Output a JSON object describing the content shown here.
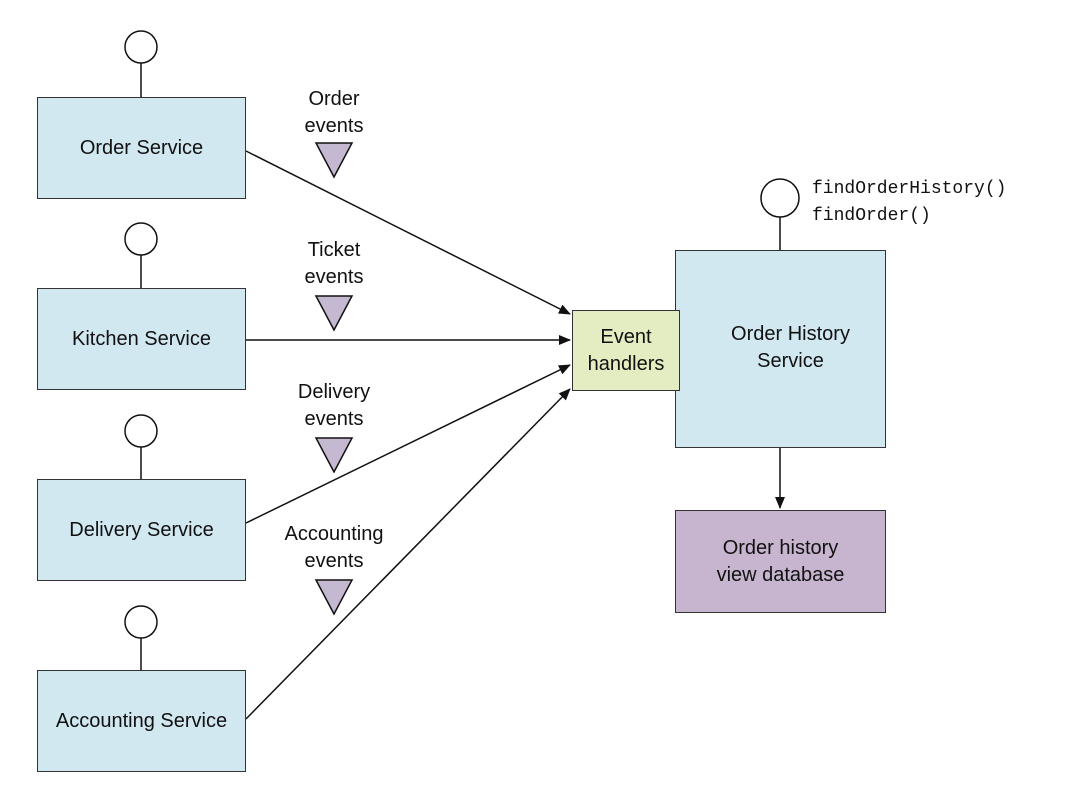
{
  "services": [
    {
      "label": "Order Service",
      "events_label": "Order\nevents"
    },
    {
      "label": "Kitchen Service",
      "events_label": "Ticket\nevents"
    },
    {
      "label": "Delivery Service",
      "events_label": "Delivery\nevents"
    },
    {
      "label": "Accounting Service",
      "events_label": "Accounting\nevents"
    }
  ],
  "event_handlers": {
    "label": "Event\nhandlers"
  },
  "order_history_service": {
    "label": "Order History\nService"
  },
  "database": {
    "label": "Order history\nview database"
  },
  "api_operations": [
    "findOrderHistory()",
    "findOrder()"
  ],
  "colors": {
    "service_fill": "#d2e8f1",
    "handlers_fill": "#e4ecc2",
    "database_fill": "#c7b5d0",
    "event_triangle_fill": "#c5b8d1",
    "line": "#111111"
  }
}
